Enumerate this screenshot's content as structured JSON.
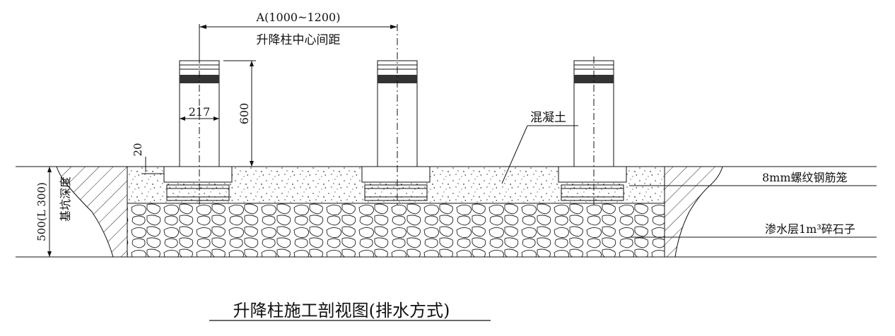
{
  "dimensions": {
    "spacing_value": "A(1000~1200)",
    "spacing_caption": "升降柱中心间距",
    "column_diameter": "217",
    "column_height": "600",
    "top_offset": "20",
    "pit_depth": "500(L 300)",
    "pit_depth_caption": "基坑深度"
  },
  "callouts": {
    "concrete": "混凝土",
    "rebar_cage": "8mm螺纹钢筋笼",
    "drainage_layer": "渗水层1m³碎石子"
  },
  "title": "升降柱施工剖视图(排水方式)"
}
